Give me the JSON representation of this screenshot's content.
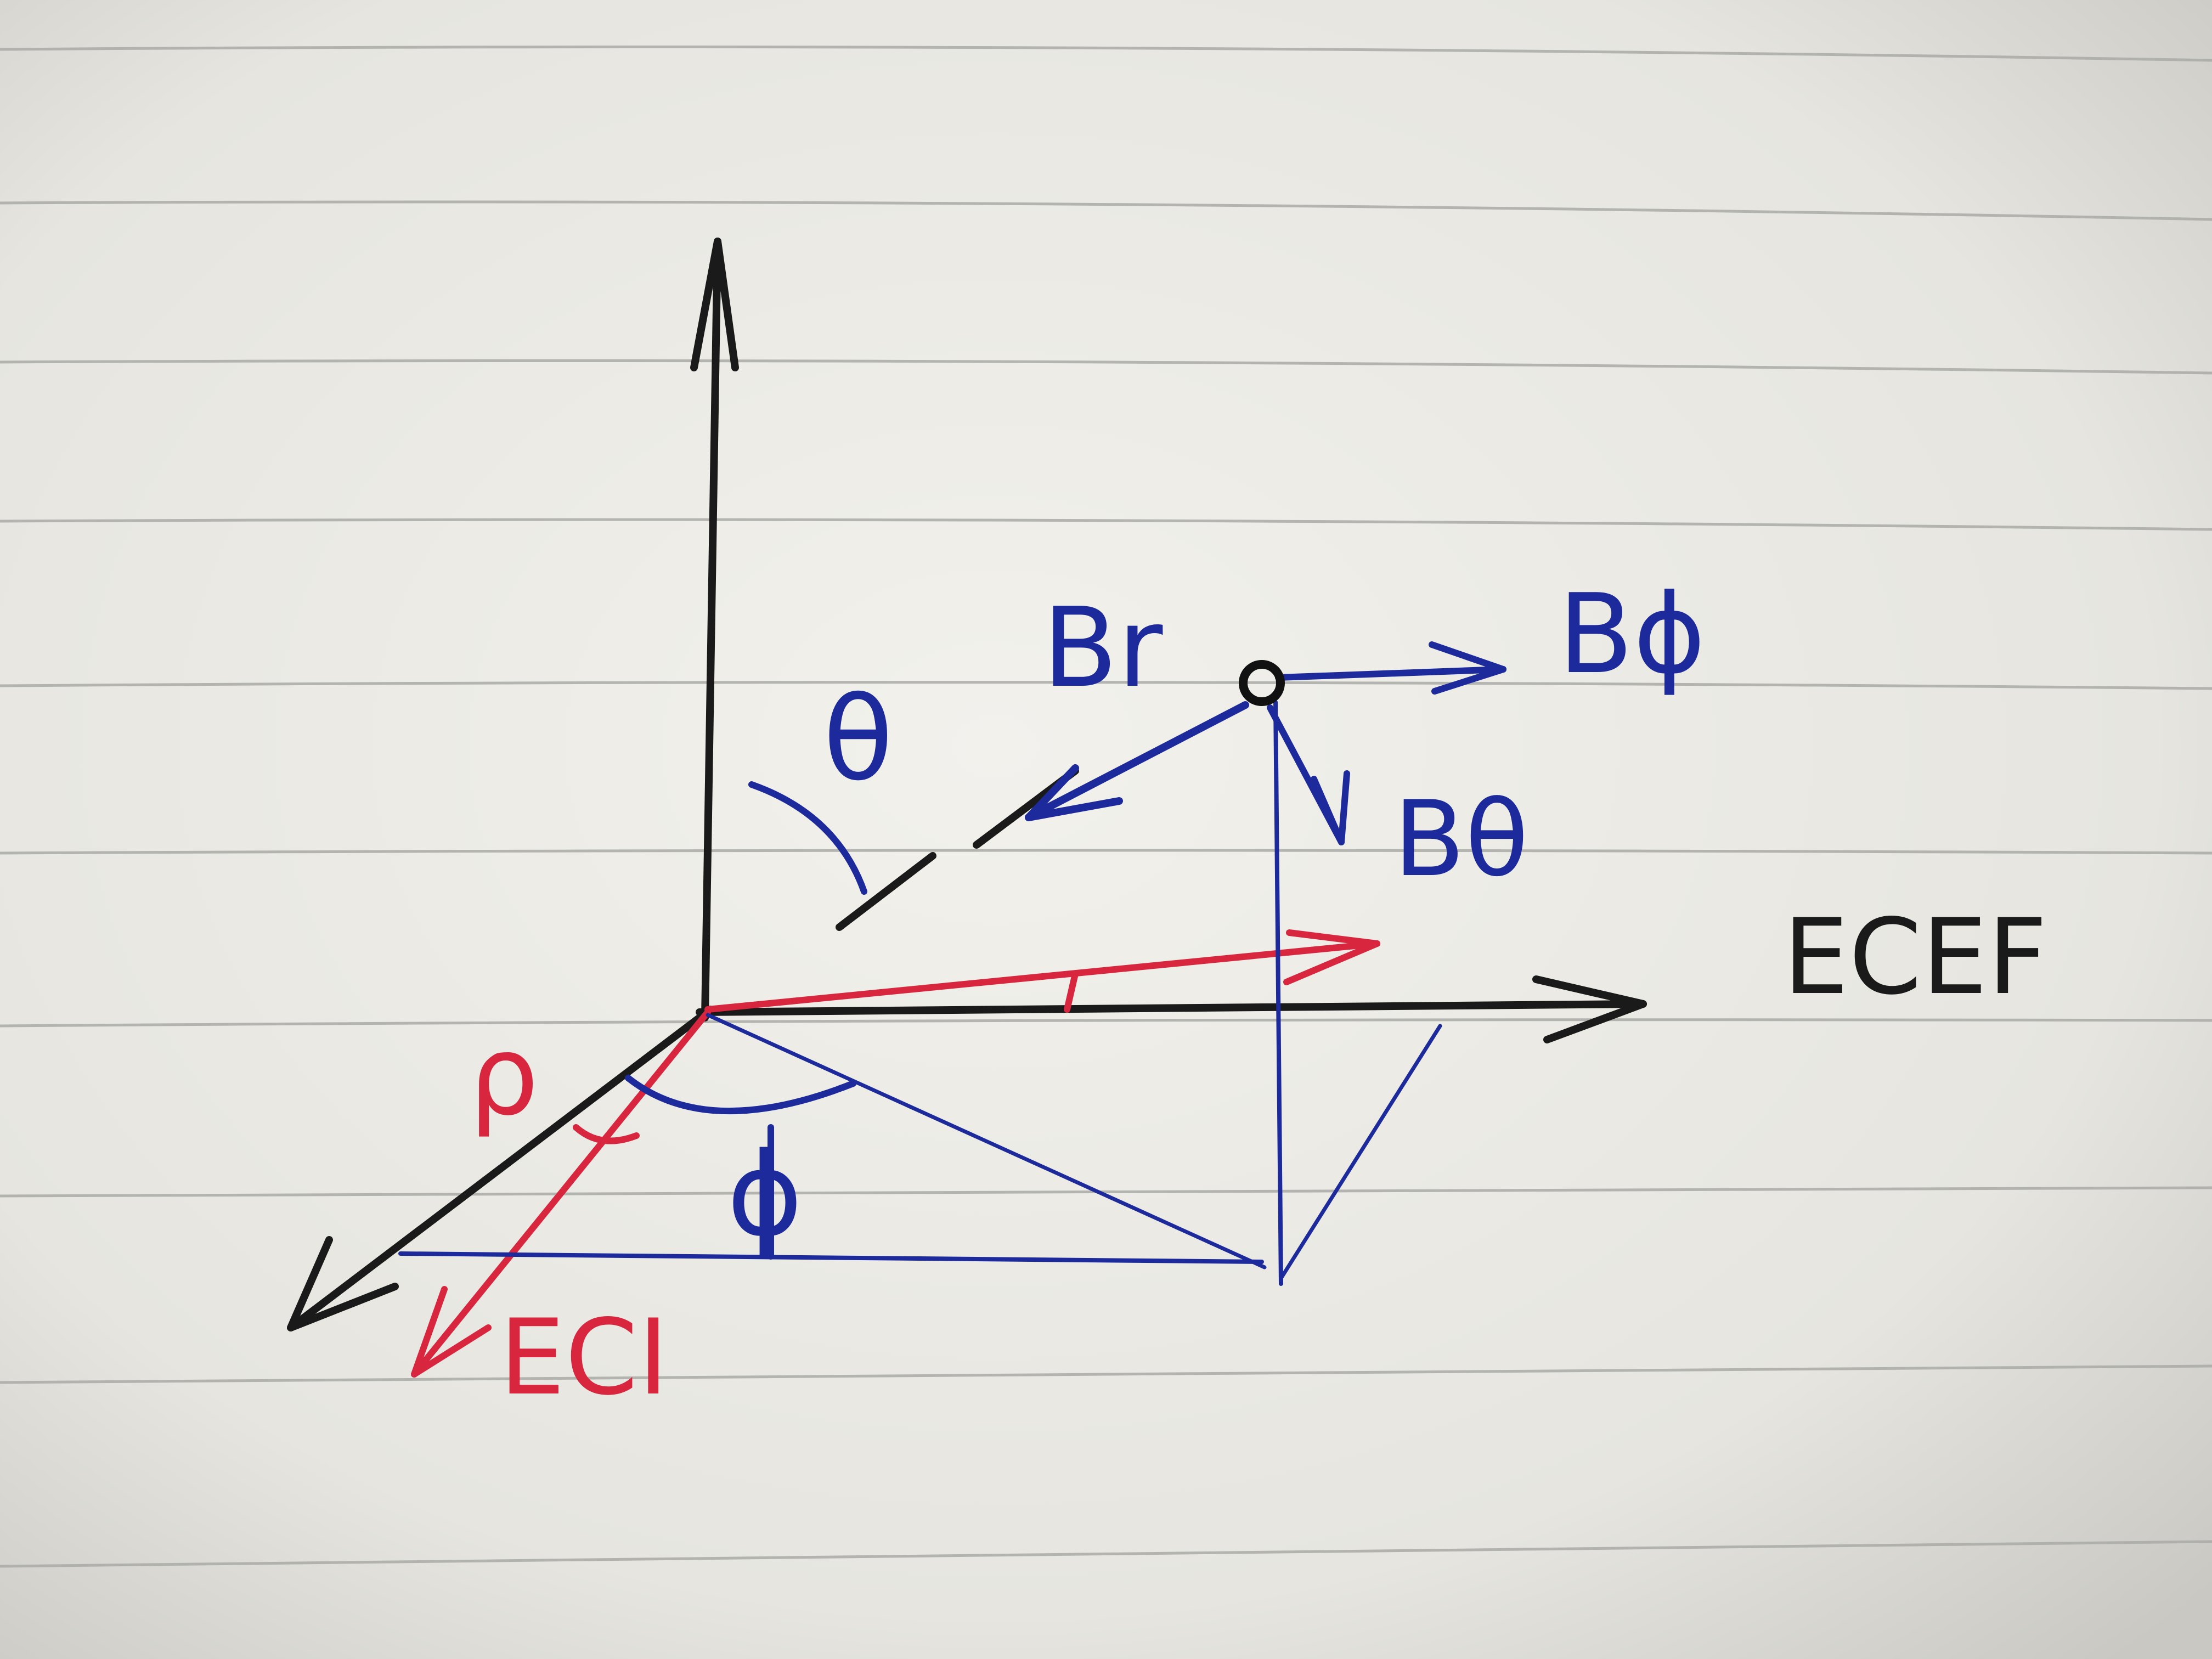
{
  "labels": {
    "b_r": "Br",
    "b_phi": "Bϕ",
    "b_theta": "Bθ",
    "theta": "θ",
    "rho": "ρ",
    "phi": "ϕ",
    "ecef": "ECEF",
    "eci": "ECI"
  },
  "colors": {
    "paper": "#e9e8e2",
    "rule_line": "#a9aaa6",
    "black_ink": "#1a1a1a",
    "blue_ink": "#1c2a9c",
    "red_ink": "#d8263f"
  }
}
